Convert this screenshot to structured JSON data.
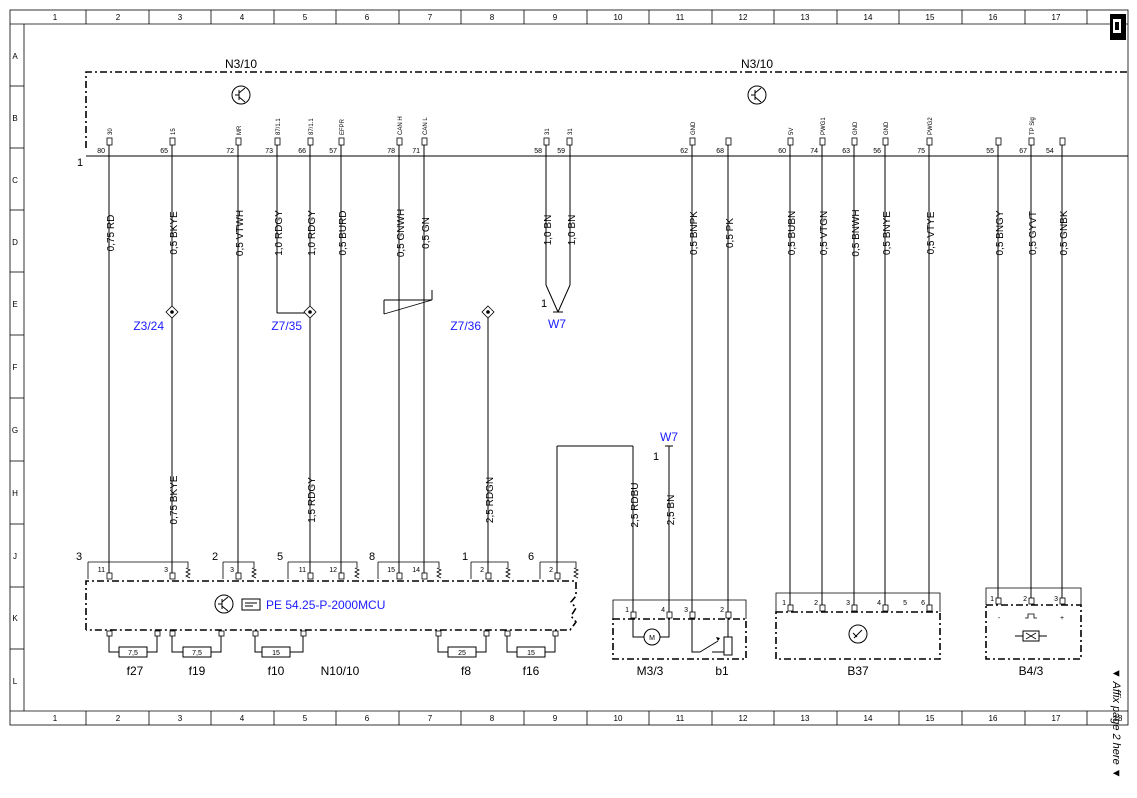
{
  "grid": {
    "columns": [
      "1",
      "2",
      "3",
      "4",
      "5",
      "6",
      "7",
      "8",
      "9",
      "10",
      "11",
      "12",
      "13",
      "14",
      "15",
      "16",
      "17",
      "18"
    ],
    "rows": [
      "A",
      "B",
      "C",
      "D",
      "E",
      "F",
      "G",
      "H",
      "J",
      "K",
      "L"
    ]
  },
  "top_module": {
    "name_left": "N3/10",
    "name_right": "N3/10",
    "line_no": "1",
    "pins": [
      {
        "sig": "30",
        "num": "80"
      },
      {
        "sig": "15",
        "num": "65"
      },
      {
        "sig": "MR",
        "num": "72"
      },
      {
        "sig": "87/1.1",
        "num": "73"
      },
      {
        "sig": "87/1.1",
        "num": "66"
      },
      {
        "sig": "EFPR",
        "num": "57"
      },
      {
        "sig": "CAN H",
        "num": "78"
      },
      {
        "sig": "CAN L",
        "num": "71"
      },
      {
        "sig": "31",
        "num": "58"
      },
      {
        "sig": "31",
        "num": "59"
      },
      {
        "sig": "GND",
        "num": "62"
      },
      {
        "sig": "",
        "num": "68"
      },
      {
        "sig": "5V",
        "num": "60"
      },
      {
        "sig": "PWG1",
        "num": "74"
      },
      {
        "sig": "GND",
        "num": "63"
      },
      {
        "sig": "GND",
        "num": "56"
      },
      {
        "sig": "PWG2",
        "num": "75"
      },
      {
        "sig": "",
        "num": "55"
      },
      {
        "sig": "TP Sig",
        "num": "67"
      },
      {
        "sig": "",
        "num": "54"
      }
    ]
  },
  "wires_top": [
    "0,75 RD",
    "0,5 BKYE",
    "0,5 VTWH",
    "1,0 RDGY",
    "1,0 RDGY",
    "0,5 BURD",
    "0,5 GNWH",
    "0,5 GN",
    "1,0 BN",
    "1,0 BN",
    "0,5 BNPK",
    "0,5 PK",
    "0,5 BUBN",
    "0,5 VTGN",
    "0,5 BNWH",
    "0,5 BNYE",
    "0,5 VTYE",
    "0,5 BNGY",
    "0,5 GYVT",
    "0,5 GNBK"
  ],
  "wires_bottom": [
    "0,75 BKYE",
    "1,5 RDGY",
    "2,5 RDGN",
    "2,5 RDBU",
    "2,5 BN"
  ],
  "junctions": {
    "z1": "Z3/24",
    "z2": "Z7/35",
    "z3": "Z7/36",
    "w7_top": "W7",
    "w7_top_pin": "1",
    "w7_mid": "W7",
    "w7_mid_pin": "1"
  },
  "n10": {
    "name": "N10/10",
    "ref": "PE 54.25-P-2000MCU",
    "groups": [
      {
        "num": "3",
        "pins": [
          "11",
          "3"
        ]
      },
      {
        "num": "2",
        "pins": [
          "3"
        ]
      },
      {
        "num": "5",
        "pins": [
          "11",
          "12"
        ]
      },
      {
        "num": "8",
        "pins": [
          "15",
          "14"
        ]
      },
      {
        "num": "1",
        "pins": [
          "2"
        ]
      },
      {
        "num": "6",
        "pins": [
          "2"
        ]
      }
    ],
    "fuses": [
      {
        "value": "7,5",
        "name": "f27"
      },
      {
        "value": "7,5",
        "name": "f19"
      },
      {
        "value": "15",
        "name": "f10"
      },
      {
        "value": "25",
        "name": "f8"
      },
      {
        "value": "15",
        "name": "f16"
      }
    ]
  },
  "components": {
    "m33": {
      "name": "M3/3",
      "pins": [
        "1",
        "4"
      ],
      "symbol": "M"
    },
    "b1": {
      "name": "b1",
      "pins": [
        "3",
        "2"
      ]
    },
    "b37": {
      "name": "B37",
      "pins": [
        "1",
        "2",
        "3",
        "4",
        "5",
        "6"
      ]
    },
    "b43": {
      "name": "B4/3",
      "pins": [
        "1",
        "2",
        "3"
      ],
      "signs": [
        "-",
        "+"
      ]
    }
  },
  "affix_note": "▼ Affix page 2 here ▼",
  "colors": {
    "line": "#000000",
    "reference_text": "#1a1aff",
    "background": "#ffffff"
  }
}
